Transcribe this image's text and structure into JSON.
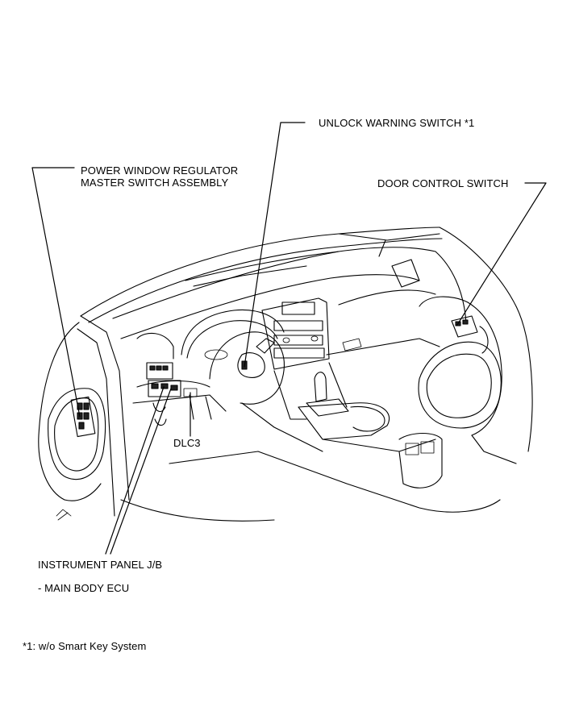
{
  "labels": {
    "unlock_warning": "UNLOCK WARNING SWITCH",
    "unlock_warning_note": "*1",
    "power_window_line1": "POWER WINDOW REGULATOR",
    "power_window_line2": "MASTER SWITCH ASSEMBLY",
    "door_control": "DOOR CONTROL SWITCH",
    "dlc3": "DLC3",
    "instrument_panel_jb": "INSTRUMENT PANEL J/B",
    "main_body_ecu": "- MAIN BODY ECU"
  },
  "footnote": "*1: w/o Smart Key System"
}
